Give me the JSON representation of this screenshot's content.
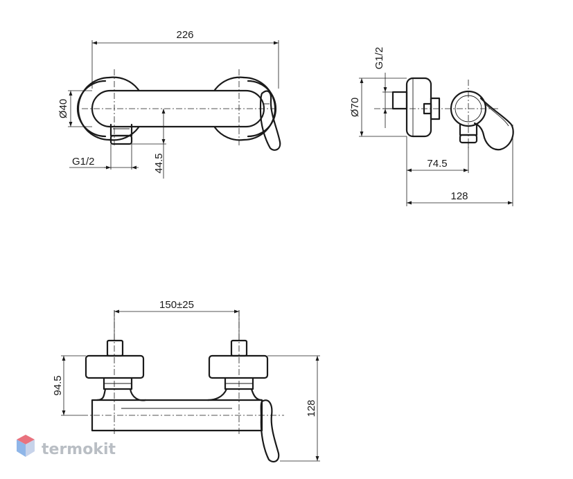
{
  "top_view": {
    "overall_length": "226",
    "diameter": "Ø40",
    "thread": "G1/2",
    "height": "44.5"
  },
  "side_view": {
    "thread": "G1/2",
    "diameter": "Ø70",
    "outlet_offset": "74.5",
    "overall_depth": "128"
  },
  "front_view": {
    "centre_distance": "150±25",
    "axis_height": "94.5",
    "overall_height": "128"
  },
  "watermark": {
    "text": "termokit",
    "colors": {
      "top": "#e9727e",
      "left": "#8fb6e8",
      "right": "#c7d3ea"
    }
  }
}
